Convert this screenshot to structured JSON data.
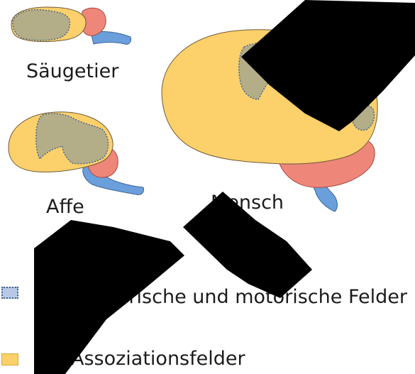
{
  "labels": {
    "mammal": "Säugetier",
    "monkey": "Affe",
    "human": "Mensch"
  },
  "legend": [
    {
      "label": "Sensorische und motorische Felder",
      "swatch": "#b7c9e4"
    },
    {
      "label": "Assoziationsfelder",
      "swatch": "#fcd06a"
    }
  ],
  "colors": {
    "association": "#fcd06a",
    "sensory_motor": "#b3ad88",
    "cerebellum": "#ee8679",
    "brainstem": "#6a9fdc",
    "outline": "#6e5a3a",
    "dotted_border": "#43628e"
  }
}
